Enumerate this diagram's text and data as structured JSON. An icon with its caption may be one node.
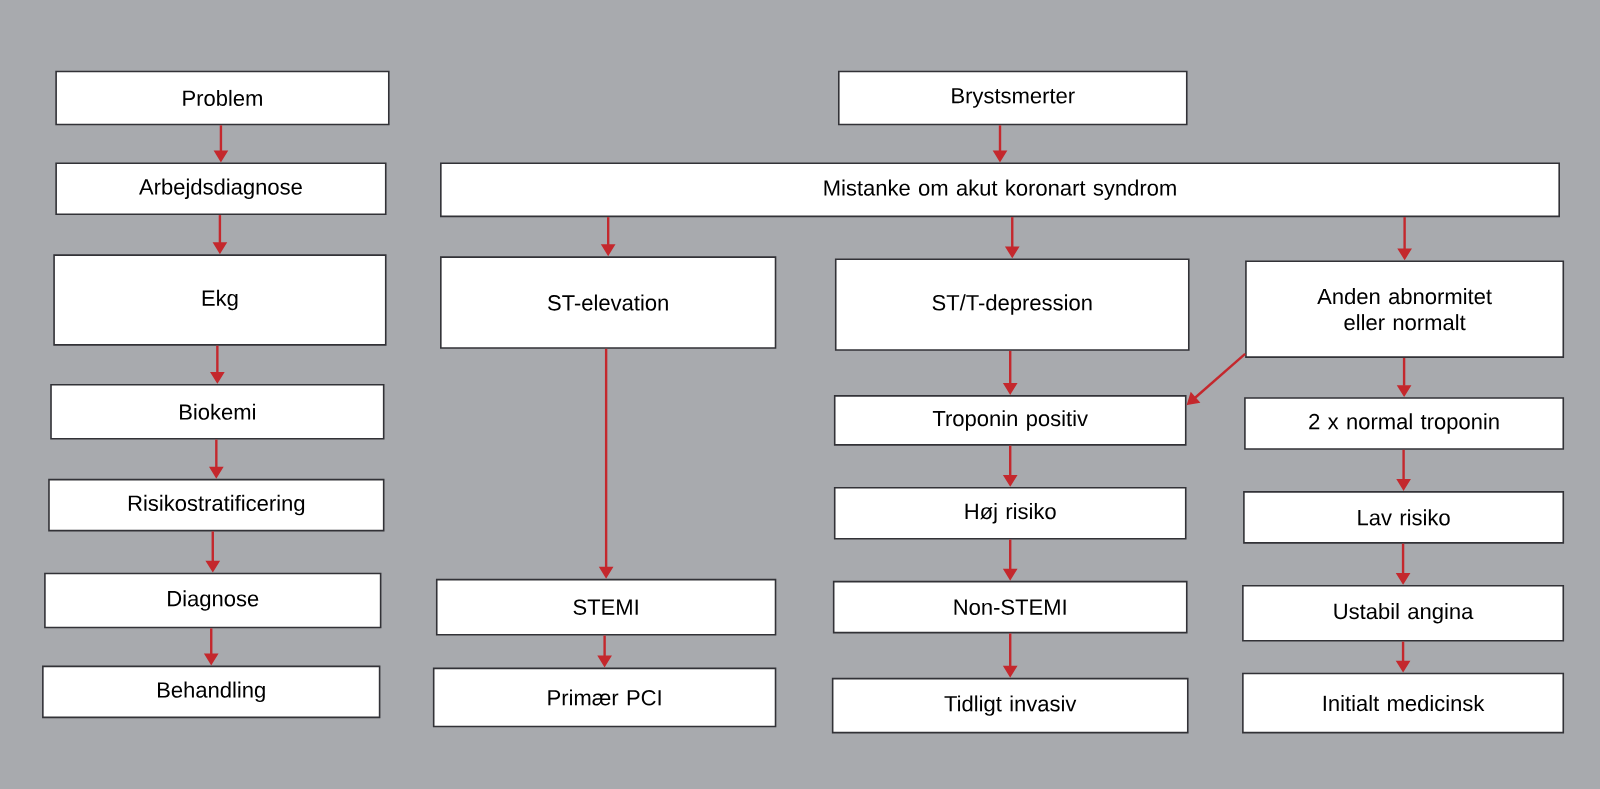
{
  "diagram": {
    "nodes": [
      {
        "text": [
          "Problem"
        ]
      },
      {
        "text": [
          "Arbejdsdiagnose"
        ]
      },
      {
        "text": [
          "Ekg"
        ]
      },
      {
        "text": [
          "Biokemi"
        ]
      },
      {
        "text": [
          "Risikostratificering"
        ]
      },
      {
        "text": [
          "Diagnose"
        ]
      },
      {
        "text": [
          "Behandling"
        ]
      },
      {
        "text": [
          "Brystsmerter"
        ]
      },
      {
        "text": [
          "Mistanke om akut koronart syndrom"
        ]
      },
      {
        "text": [
          "ST-elevation"
        ]
      },
      {
        "text": [
          "ST/T-depression"
        ]
      },
      {
        "text": [
          "Anden abnormitet eller normalt"
        ]
      },
      {
        "text": [
          "Troponin positiv"
        ]
      },
      {
        "text": [
          "2 x normal troponin"
        ]
      },
      {
        "text": [
          "Høj risiko"
        ]
      },
      {
        "text": [
          "Lav risiko"
        ]
      },
      {
        "text": [
          "STEMI"
        ]
      },
      {
        "text": [
          "Non-STEMI"
        ]
      },
      {
        "text": [
          "Ustabil angina"
        ]
      },
      {
        "text": [
          "Primær PCI"
        ]
      },
      {
        "text": [
          "Tidligt invasiv"
        ]
      },
      {
        "text": [
          "Initialt medicinsk"
        ]
      }
    ],
    "edges": [
      {
        "from": 0,
        "to": 1,
        "arrow": "to"
      },
      {
        "from": 1,
        "to": 2,
        "arrow": "to"
      },
      {
        "from": 2,
        "to": 3,
        "arrow": "to"
      },
      {
        "from": 3,
        "to": 4,
        "arrow": "to"
      },
      {
        "from": 4,
        "to": 5,
        "arrow": "to"
      },
      {
        "from": 5,
        "to": 6,
        "arrow": "to"
      },
      {
        "from": 7,
        "to": 8,
        "arrow": "to"
      },
      {
        "from": 8,
        "to": 9,
        "arrow": "to"
      },
      {
        "from": 8,
        "to": 10,
        "arrow": "to"
      },
      {
        "from": 8,
        "to": 11,
        "arrow": "to"
      },
      {
        "from": 9,
        "to": 16,
        "arrow": "to"
      },
      {
        "from": 16,
        "to": 19,
        "arrow": "to"
      },
      {
        "from": 10,
        "to": 12,
        "arrow": "to"
      },
      {
        "from": 11,
        "to": 12,
        "arrow": "to"
      },
      {
        "from": 12,
        "to": 14,
        "arrow": "to"
      },
      {
        "from": 14,
        "to": 17,
        "arrow": "to"
      },
      {
        "from": 17,
        "to": 20,
        "arrow": "to"
      },
      {
        "from": 11,
        "to": 13,
        "arrow": "to"
      },
      {
        "from": 13,
        "to": 15,
        "arrow": "to"
      },
      {
        "from": 15,
        "to": 18,
        "arrow": "to"
      },
      {
        "from": 18,
        "to": 21,
        "arrow": "to"
      }
    ]
  }
}
